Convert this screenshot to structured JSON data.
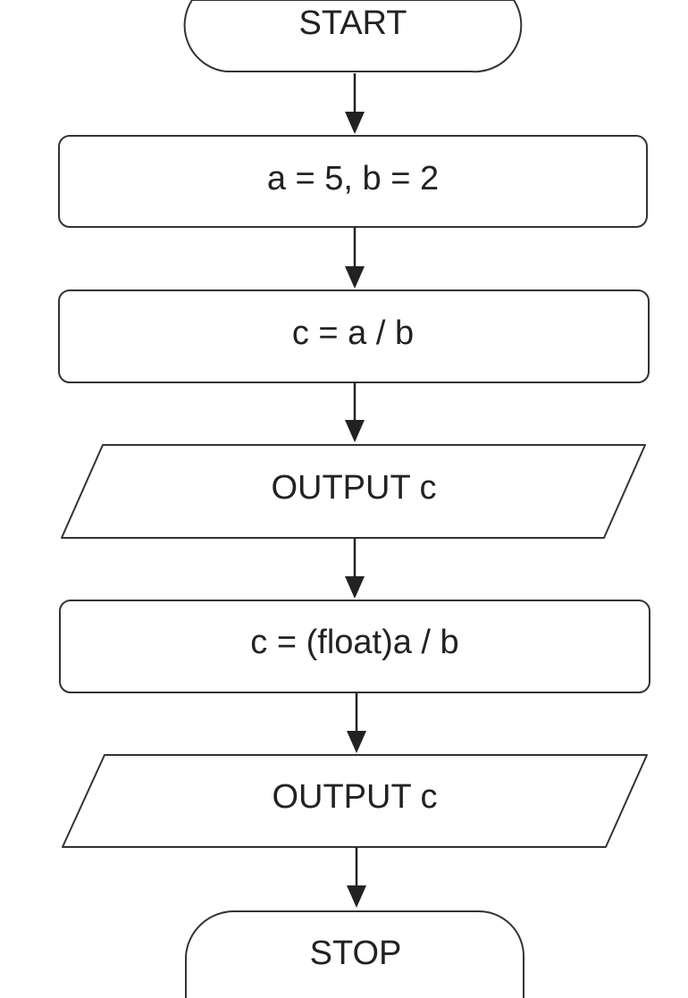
{
  "diagram": {
    "nodes": [
      {
        "id": "start",
        "shape": "terminator",
        "text": "START"
      },
      {
        "id": "assign-ab",
        "shape": "process",
        "text": "a = 5, b = 2"
      },
      {
        "id": "compute-int",
        "shape": "process",
        "text": "c = a / b"
      },
      {
        "id": "output-1",
        "shape": "io",
        "text": "OUTPUT c"
      },
      {
        "id": "compute-float",
        "shape": "process",
        "text": "c = (float)a / b"
      },
      {
        "id": "output-2",
        "shape": "io",
        "text": "OUTPUT c"
      },
      {
        "id": "stop",
        "shape": "terminator",
        "text": "STOP"
      }
    ],
    "edges": [
      {
        "from": "start",
        "to": "assign-ab"
      },
      {
        "from": "assign-ab",
        "to": "compute-int"
      },
      {
        "from": "compute-int",
        "to": "output-1"
      },
      {
        "from": "output-1",
        "to": "compute-float"
      },
      {
        "from": "compute-float",
        "to": "output-2"
      },
      {
        "from": "output-2",
        "to": "stop"
      }
    ],
    "colors": {
      "stroke": "#333333",
      "fill": "#ffffff",
      "text": "#222222",
      "arrow": "#222222"
    }
  }
}
